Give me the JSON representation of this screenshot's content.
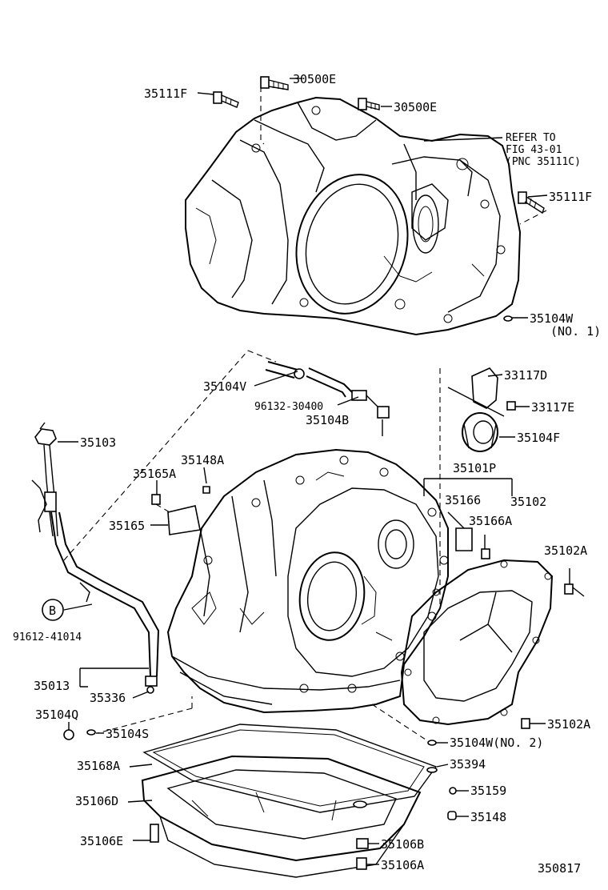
{
  "labels": {
    "l30500E_top": "30500E",
    "l35111F_left": "35111F",
    "l30500E_mid": "30500E",
    "refer_line1": "REFER TO",
    "refer_line2": "FIG 43-01",
    "refer_line3": "(PNC 35111C)",
    "l35111F_right": "35111F",
    "l35104W_1": "35104W",
    "l35104W_1_no": "(NO. 1)",
    "l33117D": "33117D",
    "l35104V": "35104V",
    "l33117E": "33117E",
    "l96132": "96132-30400",
    "l35104B": "35104B",
    "l35104F": "35104F",
    "l35103": "35103",
    "l35148A_top": "35148A",
    "l35101P": "35101P",
    "l35165A": "35165A",
    "l35166": "35166",
    "l35102": "35102",
    "l35166A": "35166A",
    "l35165": "35165",
    "l35102A_top": "35102A",
    "b_circle": "B",
    "l91612": "91612-41014",
    "l35013": "35013",
    "l35336": "35336",
    "l35104Q": "35104Q",
    "l35104S": "35104S",
    "l35102A_bottom": "35102A",
    "l35104W_2": "35104W(NO. 2)",
    "l35168A": "35168A",
    "l35394": "35394",
    "l35159": "35159",
    "l35106D": "35106D",
    "l35148": "35148",
    "l35106E": "35106E",
    "l35106B": "35106B",
    "l35106A": "35106A",
    "figure_number": "350817"
  }
}
